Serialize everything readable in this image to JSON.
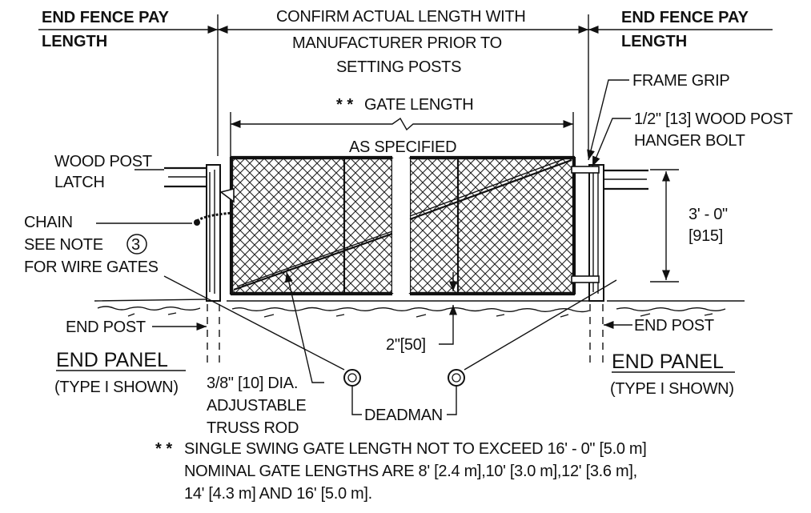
{
  "labels": {
    "end_fence_pay_left_1": "END FENCE PAY",
    "end_fence_pay_left_2": "LENGTH",
    "end_fence_pay_right_1": "END FENCE PAY",
    "end_fence_pay_right_2": "LENGTH",
    "confirm_1": "CONFIRM ACTUAL LENGTH WITH",
    "confirm_2": "MANUFACTURER PRIOR TO",
    "confirm_3": "SETTING POSTS",
    "gate_length_mark": "* *",
    "gate_length": "GATE LENGTH",
    "as_specified": "AS SPECIFIED",
    "frame_grip": "FRAME GRIP",
    "hanger_bolt_1": "1/2\" [13] WOOD POST",
    "hanger_bolt_2": "HANGER BOLT",
    "wood_post_latch_1": "WOOD POST",
    "wood_post_latch_2": "LATCH",
    "chain": "CHAIN",
    "see_note": "SEE NOTE",
    "note_number": "3",
    "for_wire_gates": "FOR WIRE GATES",
    "height_ft": "3' - 0\"",
    "height_mm": "[915]",
    "end_post_left": "END POST",
    "end_post_right": "END POST",
    "end_panel_left": "END PANEL",
    "type_left": "(TYPE I SHOWN)",
    "end_panel_right": "END PANEL",
    "type_right": "(TYPE I SHOWN)",
    "clearance": "2\"[50]",
    "truss_1": "3/8\" [10] DIA.",
    "truss_2": "ADJUSTABLE",
    "truss_3": "TRUSS ROD",
    "deadman": "DEADMAN",
    "note_mark": "* *",
    "note_1": "SINGLE SWING GATE LENGTH NOT TO EXCEED 16' - 0\" [5.0 m]",
    "note_2": "NOMINAL GATE LENGTHS ARE 8' [2.4 m],10' [3.0 m],12' [3.6 m],",
    "note_3": "14' [4.3 m]  AND 16' [5.0 m]."
  }
}
